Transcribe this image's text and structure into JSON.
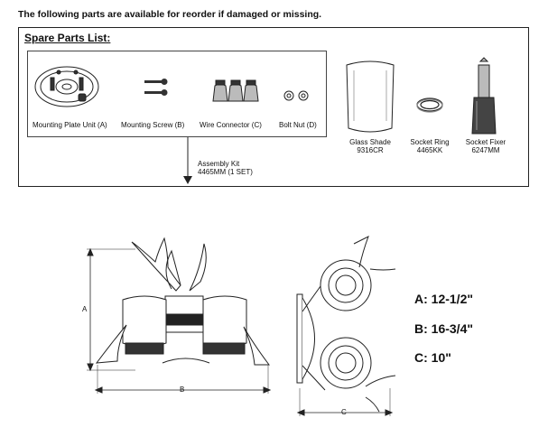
{
  "intro": "The following parts are available for reorder if damaged or missing.",
  "spare_parts_title": "Spare Parts List:",
  "kit_parts": [
    {
      "label": "Mounting  Plate Unit (A)"
    },
    {
      "label": "Mounting Screw (B)"
    },
    {
      "label": "Wire Connector (C)"
    },
    {
      "label": "Bolt Nut (D)"
    }
  ],
  "assembly_kit": {
    "line1": "Assembly Kit",
    "line2": "4465MM (1 SET)"
  },
  "extra_parts": [
    {
      "name": "Glass Shade",
      "code": "9316CR"
    },
    {
      "name": "Socket Ring",
      "code": "4465KK"
    },
    {
      "name": "Socket Fixer",
      "code": "6247MM"
    }
  ],
  "dimension_letters": {
    "a": "A",
    "b": "B",
    "c": "C"
  },
  "dimensions": [
    {
      "text": "A: 12-1/2\""
    },
    {
      "text": "B: 16-3/4\""
    },
    {
      "text": "C: 10\""
    }
  ]
}
